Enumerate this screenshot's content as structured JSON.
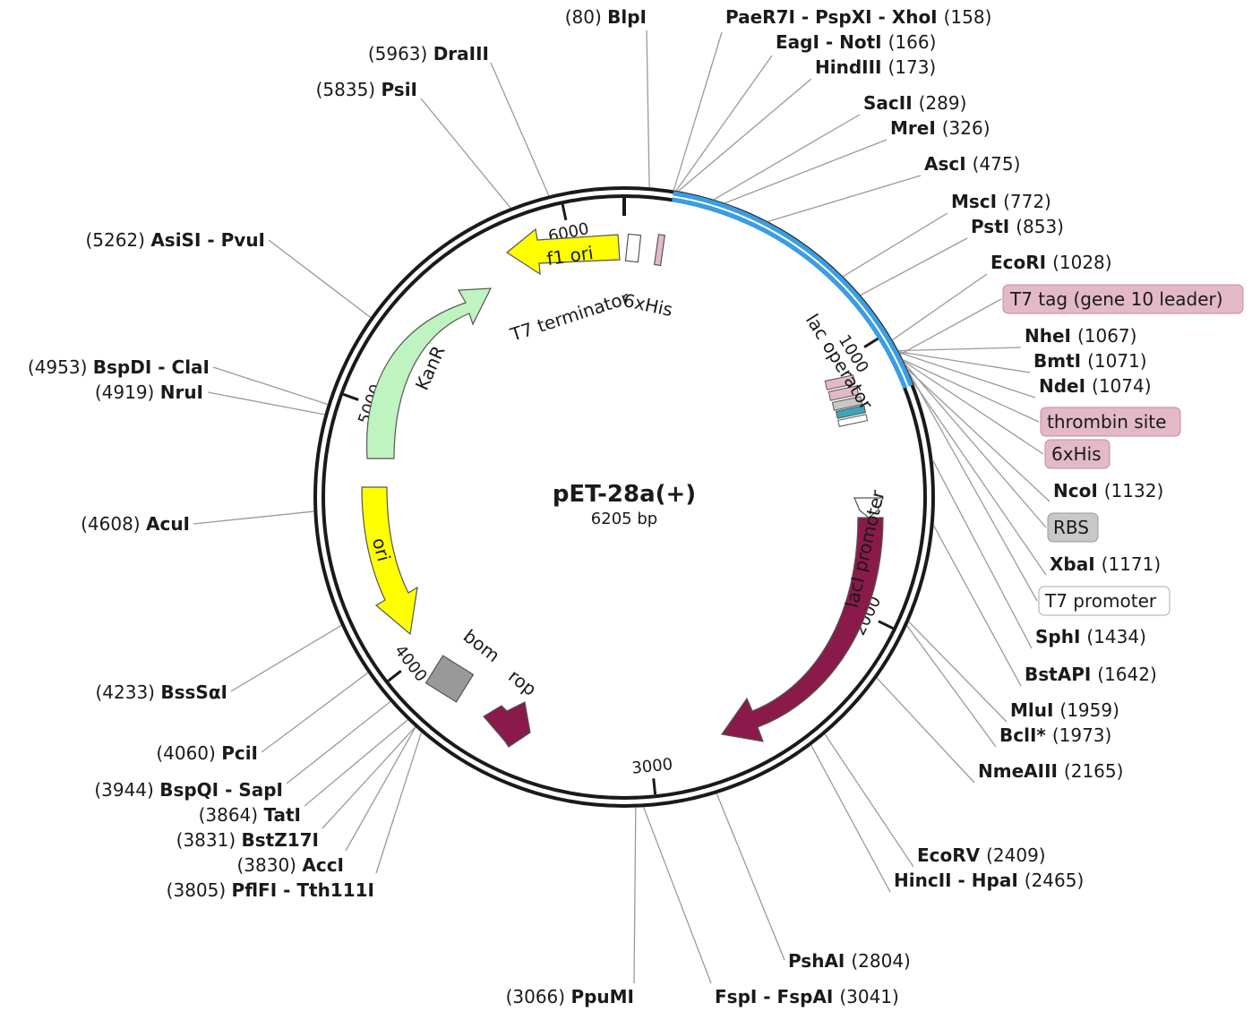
{
  "plasmid": {
    "name": "pET-28a(+)",
    "size_label": "6205 bp",
    "length": 6205
  },
  "colors": {
    "backbone": "#1a1a1a",
    "mcs_highlight": "#3a9ee4",
    "ori": "#ffff00",
    "kanr": "#bff3bf",
    "laci": "#8a1a4a",
    "rop": "#8a1a4a",
    "bom": "#999999",
    "feature_pink": "#e3b9c9",
    "feature_gray": "#c8c8c8"
  },
  "ticks": [
    {
      "bp": 1000,
      "label": "1000"
    },
    {
      "bp": 2000,
      "label": "2000"
    },
    {
      "bp": 3000,
      "label": "3000"
    },
    {
      "bp": 4000,
      "label": "4000"
    },
    {
      "bp": 5000,
      "label": "5000"
    },
    {
      "bp": 6000,
      "label": "6000"
    }
  ],
  "sites": [
    {
      "name": "BlpI",
      "pos": "(80)",
      "bp": 80,
      "side": "left"
    },
    {
      "name": "PaeR7I - PspXI - XhoI",
      "pos": "(158)",
      "bp": 158,
      "side": "right"
    },
    {
      "name": "EagI - NotI",
      "pos": "(166)",
      "bp": 166,
      "side": "right"
    },
    {
      "name": "HindIII",
      "pos": "(173)",
      "bp": 173,
      "side": "right"
    },
    {
      "name": "SacII",
      "pos": "(289)",
      "bp": 289,
      "side": "right"
    },
    {
      "name": "MreI",
      "pos": "(326)",
      "bp": 326,
      "side": "right"
    },
    {
      "name": "AscI",
      "pos": "(475)",
      "bp": 475,
      "side": "right"
    },
    {
      "name": "MscI",
      "pos": "(772)",
      "bp": 772,
      "side": "right"
    },
    {
      "name": "PstI",
      "pos": "(853)",
      "bp": 853,
      "side": "right"
    },
    {
      "name": "EcoRI",
      "pos": "(1028)",
      "bp": 1028,
      "side": "right"
    },
    {
      "name": "NheI",
      "pos": "(1067)",
      "bp": 1067,
      "side": "right"
    },
    {
      "name": "BmtI",
      "pos": "(1071)",
      "bp": 1071,
      "side": "right"
    },
    {
      "name": "NdeI",
      "pos": "(1074)",
      "bp": 1074,
      "side": "right"
    },
    {
      "name": "NcoI",
      "pos": "(1132)",
      "bp": 1132,
      "side": "right"
    },
    {
      "name": "XbaI",
      "pos": "(1171)",
      "bp": 1171,
      "side": "right"
    },
    {
      "name": "SphI",
      "pos": "(1434)",
      "bp": 1434,
      "side": "right"
    },
    {
      "name": "BstAPI",
      "pos": "(1642)",
      "bp": 1642,
      "side": "right"
    },
    {
      "name": "MluI",
      "pos": "(1959)",
      "bp": 1959,
      "side": "right"
    },
    {
      "name": "BclI*",
      "pos": "(1973)",
      "bp": 1973,
      "side": "right"
    },
    {
      "name": "NmeAIII",
      "pos": "(2165)",
      "bp": 2165,
      "side": "right"
    },
    {
      "name": "EcoRV",
      "pos": "(2409)",
      "bp": 2409,
      "side": "right"
    },
    {
      "name": "HincII - HpaI",
      "pos": "(2465)",
      "bp": 2465,
      "side": "right"
    },
    {
      "name": "PshAI",
      "pos": "(2804)",
      "bp": 2804,
      "side": "right"
    },
    {
      "name": "FspI - FspAI",
      "pos": "(3041)",
      "bp": 3041,
      "side": "right"
    },
    {
      "name": "PpuMI",
      "pos": "(3066)",
      "bp": 3066,
      "side": "left"
    },
    {
      "name": "PflFI - Tth111I",
      "pos": "(3805)",
      "bp": 3805,
      "side": "left"
    },
    {
      "name": "AccI",
      "pos": "(3830)",
      "bp": 3830,
      "side": "left"
    },
    {
      "name": "BstZ17I",
      "pos": "(3831)",
      "bp": 3831,
      "side": "left"
    },
    {
      "name": "TatI",
      "pos": "(3864)",
      "bp": 3864,
      "side": "left"
    },
    {
      "name": "BspQI - SapI",
      "pos": "(3944)",
      "bp": 3944,
      "side": "left"
    },
    {
      "name": "PciI",
      "pos": "(4060)",
      "bp": 4060,
      "side": "left"
    },
    {
      "name": "BssSαI",
      "pos": "(4233)",
      "bp": 4233,
      "side": "left"
    },
    {
      "name": "AcuI",
      "pos": "(4608)",
      "bp": 4608,
      "side": "left"
    },
    {
      "name": "NruI",
      "pos": "(4919)",
      "bp": 4919,
      "side": "left"
    },
    {
      "name": "BspDI - ClaI",
      "pos": "(4953)",
      "bp": 4953,
      "side": "left"
    },
    {
      "name": "AsiSI - PvuI",
      "pos": "(5262)",
      "bp": 5262,
      "side": "left"
    },
    {
      "name": "PsiI",
      "pos": "(5835)",
      "bp": 5835,
      "side": "left"
    },
    {
      "name": "DraIII",
      "pos": "(5963)",
      "bp": 5963,
      "side": "left"
    }
  ],
  "boxed_features": [
    {
      "label": "T7 tag (gene 10 leader)",
      "style": "pink"
    },
    {
      "label": "thrombin site",
      "style": "pink"
    },
    {
      "label": "6xHis",
      "style": "pink"
    },
    {
      "label": "RBS",
      "style": "gray"
    },
    {
      "label": "T7 promoter",
      "style": "white"
    }
  ],
  "features": [
    {
      "label": "f1 ori",
      "type": "arrow"
    },
    {
      "label": "KanR",
      "type": "arrow"
    },
    {
      "label": "ori",
      "type": "arrow"
    },
    {
      "label": "lacI",
      "type": "arrow"
    },
    {
      "label": "rop",
      "type": "arrow"
    },
    {
      "label": "bom",
      "type": "box"
    },
    {
      "label": "T7 terminator",
      "type": "box"
    },
    {
      "label": "6xHis",
      "type": "box"
    },
    {
      "label": "lac operator",
      "type": "box"
    },
    {
      "label": "lacI promoter",
      "type": "box"
    }
  ]
}
